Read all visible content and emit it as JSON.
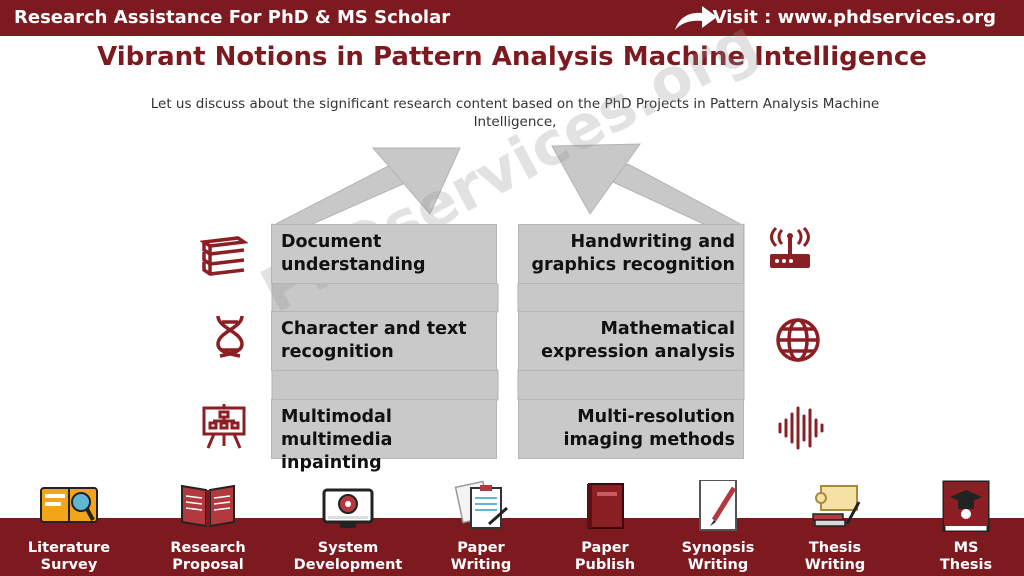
{
  "header": {
    "brand": "Research Assistance For PhD & MS Scholar",
    "visit": "Visit : www.phdservices.org"
  },
  "title": "Vibrant Notions in Pattern Analysis Machine Intelligence",
  "subtitle": "Let us discuss about the significant research content based on the PhD Projects in Pattern Analysis Machine Intelligence,",
  "watermark": "PhDservices.org",
  "left_items": [
    {
      "line1": "Document",
      "line2": "understanding",
      "icon": "books-icon"
    },
    {
      "line1": "Character and text",
      "line2": "recognition",
      "icon": "dna-icon"
    },
    {
      "line1": "Multimodal",
      "line2": "multimedia",
      "line3": "inpainting",
      "icon": "presentation-board-icon"
    }
  ],
  "right_items": [
    {
      "line1": "Handwriting and",
      "line2": "graphics recognition",
      "icon": "router-icon"
    },
    {
      "line1": "Mathematical",
      "line2": "expression analysis",
      "icon": "globe-icon"
    },
    {
      "line1": "Multi-resolution",
      "line2": "imaging methods",
      "icon": "sound-wave-icon"
    }
  ],
  "services": [
    {
      "line1": "Literature",
      "line2": "Survey",
      "icon": "literature-survey-icon"
    },
    {
      "line1": "Research",
      "line2": "Proposal",
      "icon": "open-book-icon"
    },
    {
      "line1": "System",
      "line2": "Development",
      "icon": "monitor-gear-icon"
    },
    {
      "line1": "Paper",
      "line2": "Writing",
      "icon": "clipboard-writing-icon"
    },
    {
      "line1": "Paper",
      "line2": "Publish",
      "icon": "red-book-icon"
    },
    {
      "line1": "Synopsis",
      "line2": "Writing",
      "icon": "paper-pen-icon"
    },
    {
      "line1": "Thesis",
      "line2": "Writing",
      "icon": "scroll-books-icon"
    },
    {
      "line1": "MS",
      "line2": "Thesis",
      "icon": "graduate-book-icon"
    }
  ],
  "colors": {
    "accent": "#7d1a1f",
    "box": "#c9c9c9",
    "arrow": "#c8c8c8"
  }
}
